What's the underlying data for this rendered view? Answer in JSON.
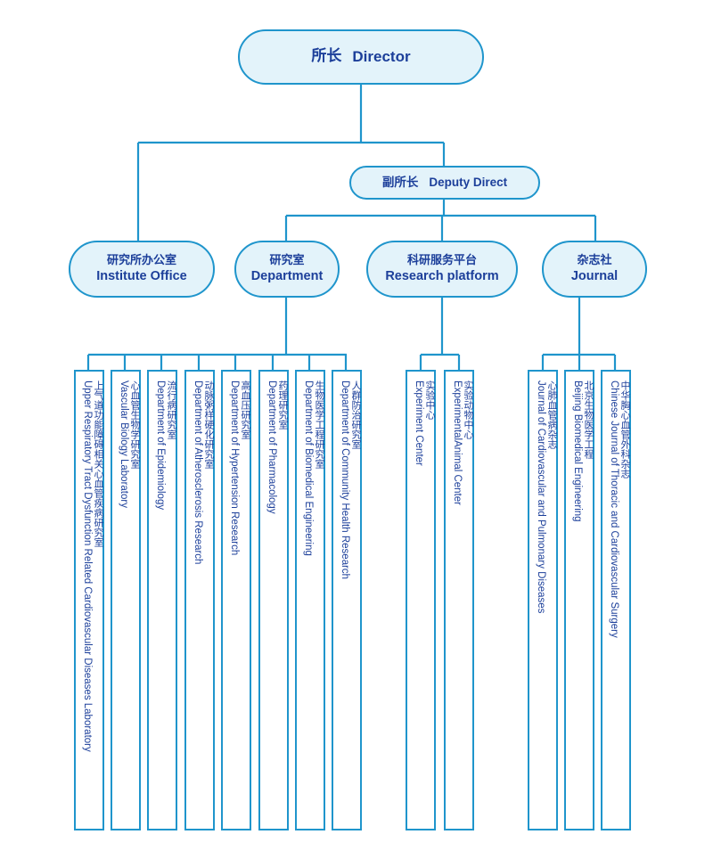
{
  "director": {
    "cn": "所长",
    "en": "Director"
  },
  "deputy": {
    "cn": "副所长",
    "en": "Deputy Direct"
  },
  "branches": [
    {
      "cn": "研究所办公室",
      "en": "Institute Office"
    },
    {
      "cn": "研究室",
      "en": "Department"
    },
    {
      "cn": "科研服务平台",
      "en": "Research platform"
    },
    {
      "cn": "杂志社",
      "en": "Journal"
    }
  ],
  "department_units": [
    {
      "cn": "上气道功能障碍相关心血管疾病研究室",
      "en": "Upper Respiratory Tract Dysfunction Related Cardiovascular Diseases Laboratory"
    },
    {
      "cn": "心血管生物学研究室",
      "en": "Vascular Biology Laboratory"
    },
    {
      "cn": "流行病研究室",
      "en": "Department of Epidemiology"
    },
    {
      "cn": "动脉粥样硬化研究室",
      "en": "Department of Atherosclerosis Research"
    },
    {
      "cn": "高血压研究室",
      "en": "Department of Hypertension Research"
    },
    {
      "cn": "药理研究室",
      "en": "Department of Pharmacology"
    },
    {
      "cn": "生物医学工程研究室",
      "en": "Department of Biomedical Engineering"
    },
    {
      "cn": "人群防治研究室",
      "en": "Department of Community Health Research"
    }
  ],
  "platform_units": [
    {
      "cn": "实验中心",
      "en": "Experiment Center"
    },
    {
      "cn": "实验动物中心",
      "en": "ExperimentalAnimal Center"
    }
  ],
  "journal_units": [
    {
      "cn": "心肺血管病杂志",
      "en": "Journal of Cardiovascular and Pulmonary Diseases"
    },
    {
      "cn": "北京生物医学工程",
      "en": "Beijing Biomedical Engineering"
    },
    {
      "cn": "中华胸心血管外科杂志",
      "en": "Chinese Journal of Thoracic and Cardiovascular Surgery"
    }
  ],
  "colors": {
    "line": "#1f95cc",
    "pill_fill": "#e3f3fa",
    "text": "#1c3f9a"
  }
}
